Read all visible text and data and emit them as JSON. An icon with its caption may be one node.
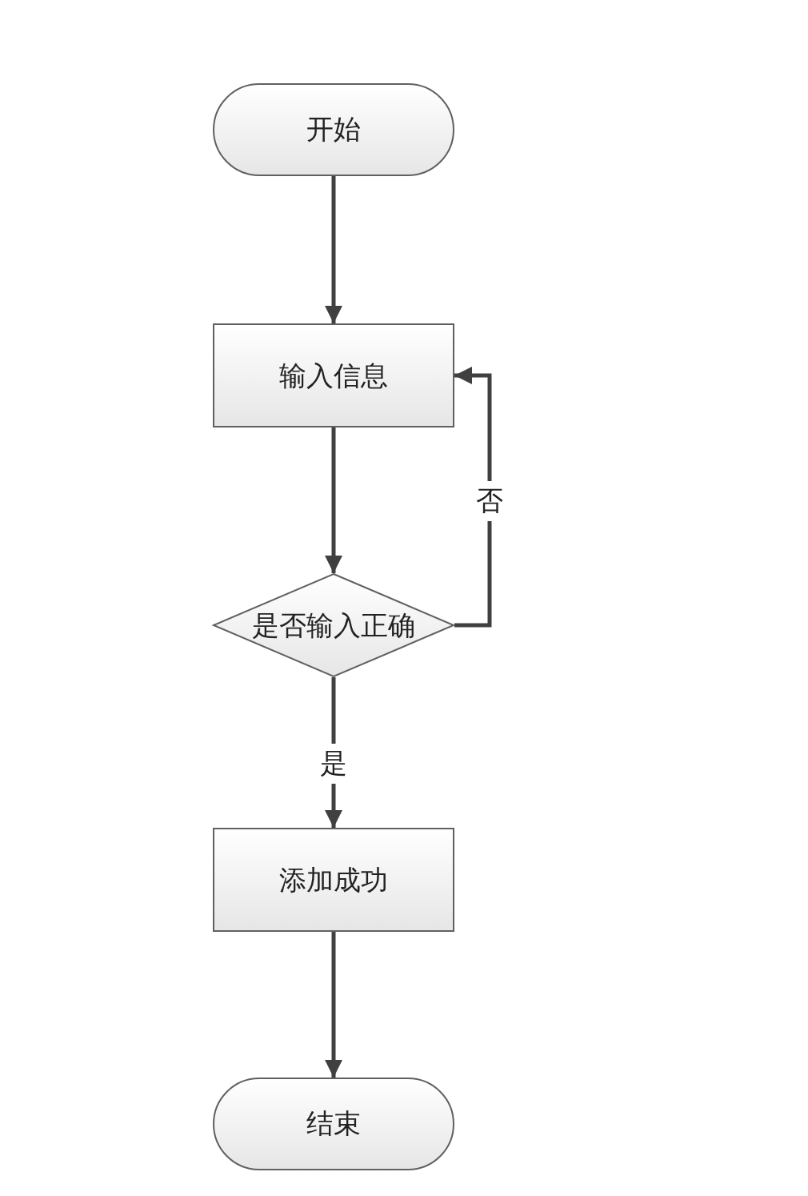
{
  "diagram": {
    "nodes": [
      {
        "text": [
          "开始"
        ]
      },
      {
        "text": [
          "输入信息"
        ]
      },
      {
        "text": [
          "是否输入正确"
        ]
      },
      {
        "text": [
          "添加成功"
        ]
      },
      {
        "text": [
          "结束"
        ]
      }
    ],
    "edges": [
      {
        "from": 0,
        "to": 1,
        "arrow": "to"
      },
      {
        "from": 1,
        "to": 2,
        "arrow": "to"
      },
      {
        "from": 2,
        "to": 3,
        "arrow": "to",
        "label": "是"
      },
      {
        "from": 2,
        "to": 1,
        "arrow": "to",
        "label": "否"
      },
      {
        "from": 3,
        "to": 4,
        "arrow": "to"
      }
    ]
  }
}
